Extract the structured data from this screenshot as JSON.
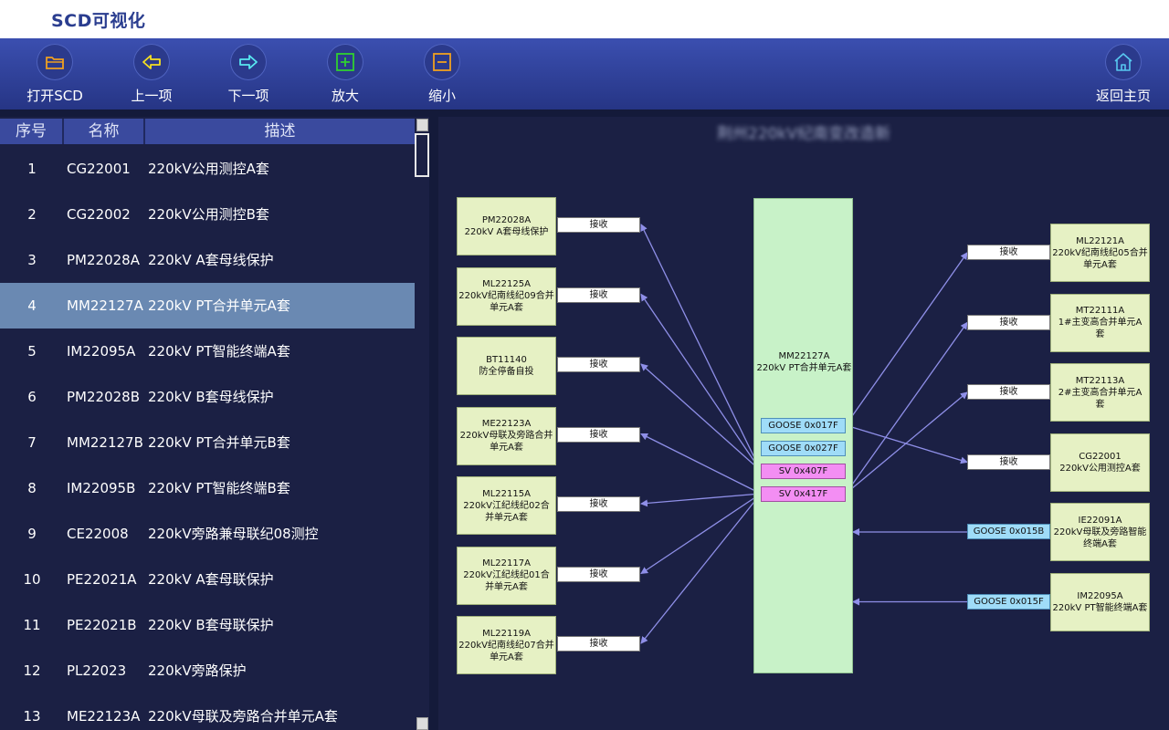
{
  "app": {
    "title": "SCD可视化"
  },
  "toolbar": {
    "open_label": "打开SCD",
    "prev_label": "上一项",
    "next_label": "下一项",
    "zoom_in_label": "放大",
    "zoom_out_label": "缩小",
    "home_label": "返回主页"
  },
  "table": {
    "headers": [
      "序号",
      "名称",
      "描述"
    ],
    "selected_index": 3,
    "rows": [
      {
        "no": "1",
        "name": "CG22001",
        "desc": "220kV公用测控A套"
      },
      {
        "no": "2",
        "name": "CG22002",
        "desc": "220kV公用测控B套"
      },
      {
        "no": "3",
        "name": "PM22028A",
        "desc": "220kV A套母线保护"
      },
      {
        "no": "4",
        "name": "MM22127A",
        "desc": "220kV PT合并单元A套"
      },
      {
        "no": "5",
        "name": "IM22095A",
        "desc": "220kV PT智能终端A套"
      },
      {
        "no": "6",
        "name": "PM22028B",
        "desc": "220kV B套母线保护"
      },
      {
        "no": "7",
        "name": "MM22127B",
        "desc": "220kV PT合并单元B套"
      },
      {
        "no": "8",
        "name": "IM22095B",
        "desc": "220kV PT智能终端B套"
      },
      {
        "no": "9",
        "name": "CE22008",
        "desc": "220kV旁路兼母联纪08测控"
      },
      {
        "no": "10",
        "name": "PE22021A",
        "desc": "220kV A套母联保护"
      },
      {
        "no": "11",
        "name": "PE22021B",
        "desc": "220kV B套母联保护"
      },
      {
        "no": "12",
        "name": "PL22023",
        "desc": "220kV旁路保护"
      },
      {
        "no": "13",
        "name": "ME22123A",
        "desc": "220kV母联及旁路合并单元A套"
      }
    ]
  },
  "diagram": {
    "title": "荆州220kV纪南变改造新",
    "center": {
      "line1": "MM22127A",
      "line2": "220kV PT合并单元A套"
    },
    "center_ports": [
      {
        "label": "GOOSE 0x017F",
        "kind": "goose"
      },
      {
        "label": "GOOSE 0x027F",
        "kind": "goose"
      },
      {
        "label": "SV 0x407F",
        "kind": "sv"
      },
      {
        "label": "SV 0x417F",
        "kind": "sv"
      }
    ],
    "left_nodes": [
      {
        "line1": "PM22028A",
        "line2": "220kV A套母线保护",
        "line3": "",
        "port": "接收"
      },
      {
        "line1": "ML22125A",
        "line2": "220kV纪南线纪09合并",
        "line3": "单元A套",
        "port": "接收"
      },
      {
        "line1": "BT11140",
        "line2": "防全停备自投",
        "line3": "",
        "port": "接收"
      },
      {
        "line1": "ME22123A",
        "line2": "220kV母联及旁路合并",
        "line3": "单元A套",
        "port": "接收"
      },
      {
        "line1": "ML22115A",
        "line2": "220kV江纪线纪02合",
        "line3": "并单元A套",
        "port": "接收"
      },
      {
        "line1": "ML22117A",
        "line2": "220kV江纪线纪01合",
        "line3": "并单元A套",
        "port": "接收"
      },
      {
        "line1": "ML22119A",
        "line2": "220kV纪南线纪07合并",
        "line3": "单元A套",
        "port": "接收"
      }
    ],
    "right_nodes": [
      {
        "line1": "ML22121A",
        "line2": "220kV纪南线纪05合并",
        "line3": "单元A套",
        "port": "接收"
      },
      {
        "line1": "MT22111A",
        "line2": "1#主变高合并单元A",
        "line3": "套",
        "port": "接收"
      },
      {
        "line1": "MT22113A",
        "line2": "2#主变高合并单元A",
        "line3": "套",
        "port": "接收"
      },
      {
        "line1": "CG22001",
        "line2": "220kV公用测控A套",
        "line3": "",
        "port": "接收"
      },
      {
        "line1": "IE22091A",
        "line2": "220kV母联及旁路智能",
        "line3": "终端A套",
        "port": "GOOSE 0x015B"
      },
      {
        "line1": "IM22095A",
        "line2": "220kV PT智能终端A套",
        "line3": "",
        "port": "GOOSE 0x015F"
      }
    ]
  },
  "colors": {
    "toolbar": "#3b4fb0",
    "panel_bg": "#1b2044",
    "selected_row": "#6a89b2",
    "node_fill": "#e6f1c4",
    "center_fill": "#c8f2c8",
    "goose_port": "#9fdcf8",
    "sv_port": "#f38ef3",
    "link": "#8f8fe8"
  }
}
